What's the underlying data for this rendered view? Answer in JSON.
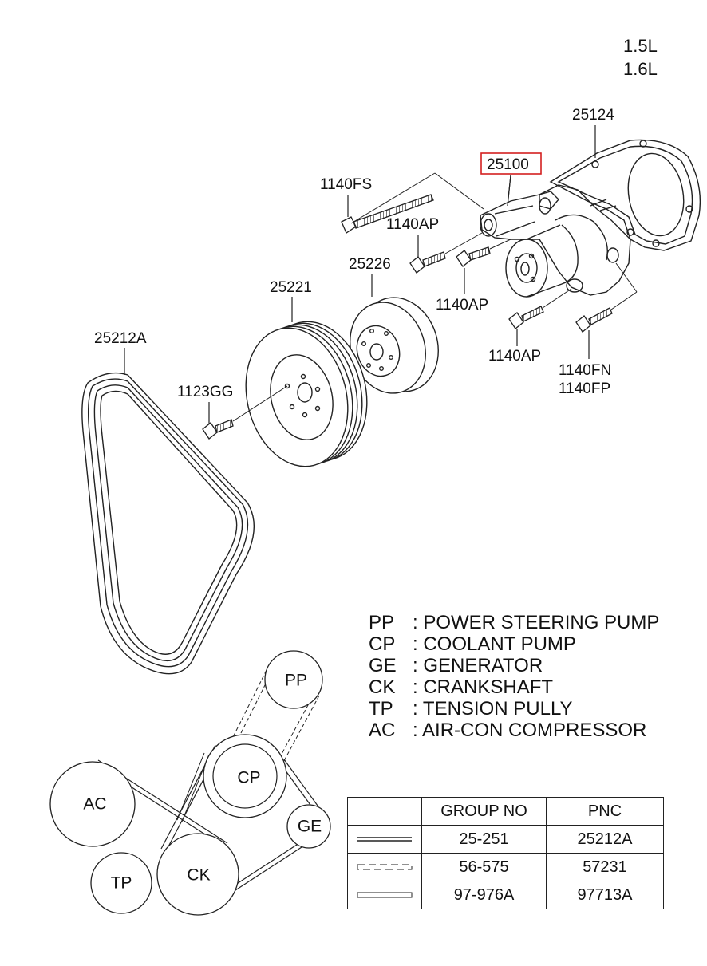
{
  "engine_variants": [
    "1.5L",
    "1.6L"
  ],
  "part_labels": {
    "gasket": "25124",
    "water_pump": "25100",
    "bolt_fs": "1140FS",
    "bolt_ap_1": "1140AP",
    "bolt_ap_2": "1140AP",
    "bolt_ap_3": "1140AP",
    "bolt_fn": "1140FN",
    "bolt_fp": "1140FP",
    "pump_pulley": "25226",
    "crank_pulley": "25221",
    "crank_bolt": "1123GG",
    "belt": "25212A"
  },
  "highlighted_part": "25100",
  "highlight_color": "#d42020",
  "legend": [
    {
      "code": "PP",
      "desc": "POWER STEERING PUMP"
    },
    {
      "code": "CP",
      "desc": "COOLANT PUMP"
    },
    {
      "code": "GE",
      "desc": "GENERATOR"
    },
    {
      "code": "CK",
      "desc": "CRANKSHAFT"
    },
    {
      "code": "TP",
      "desc": "TENSION PULLY"
    },
    {
      "code": "AC",
      "desc": "AIR-CON COMPRESSOR"
    }
  ],
  "pulley_labels": {
    "pp": "PP",
    "cp": "CP",
    "ge": "GE",
    "ck": "CK",
    "tp": "TP",
    "ac": "AC"
  },
  "table": {
    "headers": [
      "",
      "GROUP NO",
      "PNC"
    ],
    "rows": [
      {
        "line_style": "double-solid",
        "group_no": "25-251",
        "pnc": "25212A"
      },
      {
        "line_style": "dashed",
        "group_no": "56-575",
        "pnc": "57231"
      },
      {
        "line_style": "outline",
        "group_no": "97-976A",
        "pnc": "97713A"
      }
    ]
  }
}
